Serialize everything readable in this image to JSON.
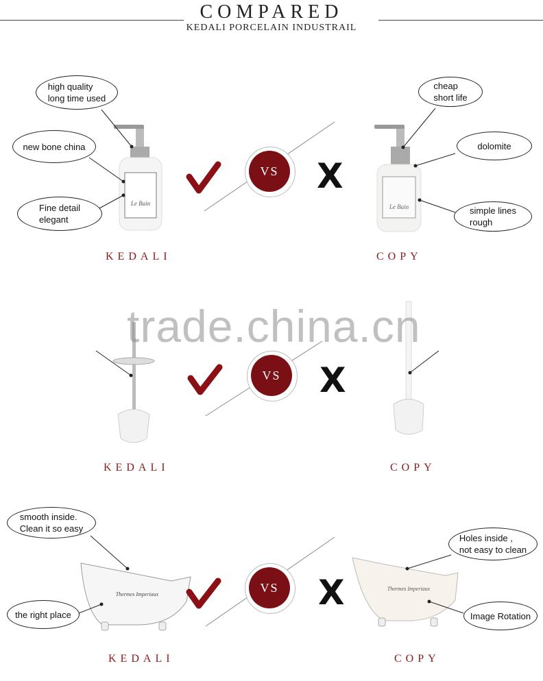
{
  "header": {
    "title": "COMPARED",
    "subtitle": "KEDALI PORCELAIN INDUSTRAIL"
  },
  "watermark": "trade.china.cn",
  "vs_label": "VS",
  "x_mark": "X",
  "colors": {
    "accent": "#7a1015",
    "brand_text": "#8a1a1a"
  },
  "rows": [
    {
      "kedali_label": "KEDALI",
      "copy_label": "COPY",
      "kedali_callouts": [
        "high quality\nlong time used",
        "new bone china",
        "Fine detail\nelegant"
      ],
      "copy_callouts": [
        "cheap\nshort life",
        "dolomite",
        "simple lines\nrough"
      ]
    },
    {
      "kedali_label": "KEDALI",
      "copy_label": "COPY"
    },
    {
      "kedali_label": "KEDALI",
      "copy_label": "COPY",
      "kedali_callouts": [
        "smooth inside.\nClean it so easy",
        "the right place"
      ],
      "copy_callouts": [
        "Holes inside ,\nnot easy to clean",
        "Image Rotation"
      ]
    }
  ]
}
